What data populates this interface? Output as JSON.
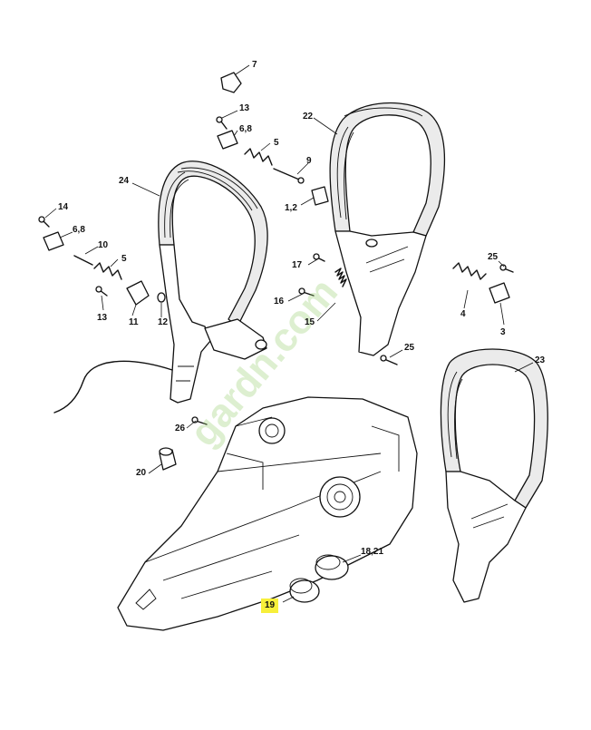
{
  "watermark": "gardn.com",
  "labels": {
    "p7": "7",
    "p13a": "13",
    "p68a": "6,8",
    "p5a": "5",
    "p9": "9",
    "p12a": "1,2",
    "p22": "22",
    "p24": "24",
    "p14": "14",
    "p68b": "6,8",
    "p10": "10",
    "p5b": "5",
    "p13b": "13",
    "p11": "11",
    "p12": "12",
    "p17": "17",
    "p16": "16",
    "p15": "15",
    "p25a": "25",
    "p4": "4",
    "p3": "3",
    "p25b": "25",
    "p23": "23",
    "p26": "26",
    "p20": "20",
    "p1821": "18,21",
    "p19": "19"
  },
  "highlight_color": "#f7ef3a"
}
